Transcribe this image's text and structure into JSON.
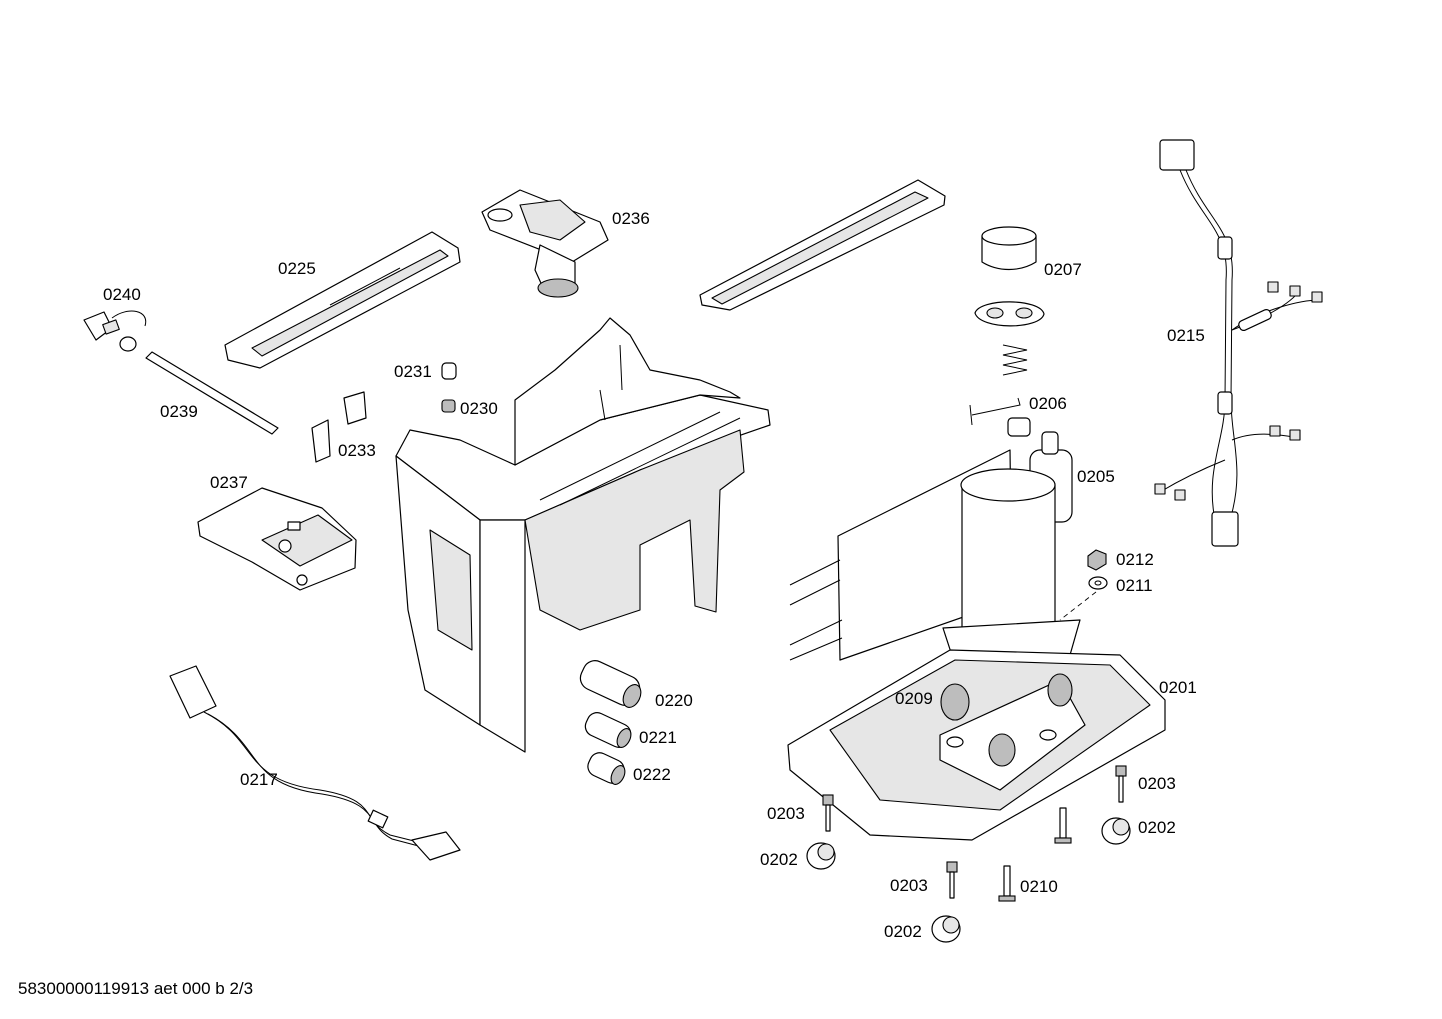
{
  "callouts": [
    {
      "id": "0236",
      "label": "0236"
    },
    {
      "id": "0225",
      "label": "0225"
    },
    {
      "id": "0240",
      "label": "0240"
    },
    {
      "id": "0239",
      "label": "0239"
    },
    {
      "id": "0231",
      "label": "0231"
    },
    {
      "id": "0230",
      "label": "0230"
    },
    {
      "id": "0233",
      "label": "0233"
    },
    {
      "id": "0237",
      "label": "0237"
    },
    {
      "id": "0207",
      "label": "0207"
    },
    {
      "id": "0215",
      "label": "0215"
    },
    {
      "id": "0206",
      "label": "0206"
    },
    {
      "id": "0205",
      "label": "0205"
    },
    {
      "id": "0212",
      "label": "0212"
    },
    {
      "id": "0211",
      "label": "0211"
    },
    {
      "id": "0201",
      "label": "0201"
    },
    {
      "id": "0209",
      "label": "0209"
    },
    {
      "id": "0220",
      "label": "0220"
    },
    {
      "id": "0221",
      "label": "0221"
    },
    {
      "id": "0222",
      "label": "0222"
    },
    {
      "id": "0217",
      "label": "0217"
    },
    {
      "id": "0203a",
      "label": "0203"
    },
    {
      "id": "0203b",
      "label": "0203"
    },
    {
      "id": "0203c",
      "label": "0203"
    },
    {
      "id": "0202a",
      "label": "0202"
    },
    {
      "id": "0202b",
      "label": "0202"
    },
    {
      "id": "0202c",
      "label": "0202"
    },
    {
      "id": "0210",
      "label": "0210"
    }
  ],
  "footer_text": "58300000119913 aet 000 b 2/3"
}
